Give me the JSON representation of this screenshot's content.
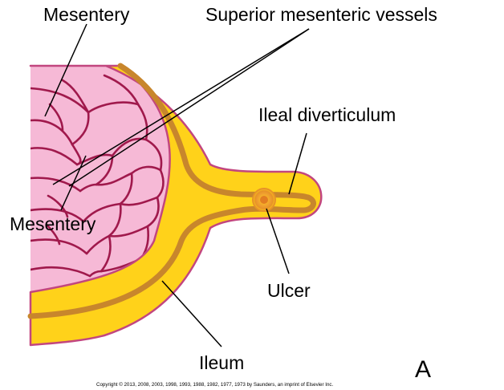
{
  "labels": {
    "mesentery_top": "Mesentery",
    "superior_mesenteric_vessels": "Superior mesenteric vessels",
    "ileal_diverticulum": "Ileal diverticulum",
    "mesentery_left": "Mesentery",
    "ulcer": "Ulcer",
    "ileum": "Ileum",
    "panel_letter": "A"
  },
  "copyright": "Copyright © 2013, 2008, 2003, 1998, 1993, 1988, 1982, 1977, 1973 by Saunders, an imprint of Elsevier Inc.",
  "colors": {
    "mesentery_fill": "#f6b9d6",
    "vessel": "#a0194c",
    "ileum_wall": "#ffd21a",
    "wall_band": "#c8862c",
    "outline": "#c2467f",
    "ulcer_ring": "#e79228"
  }
}
